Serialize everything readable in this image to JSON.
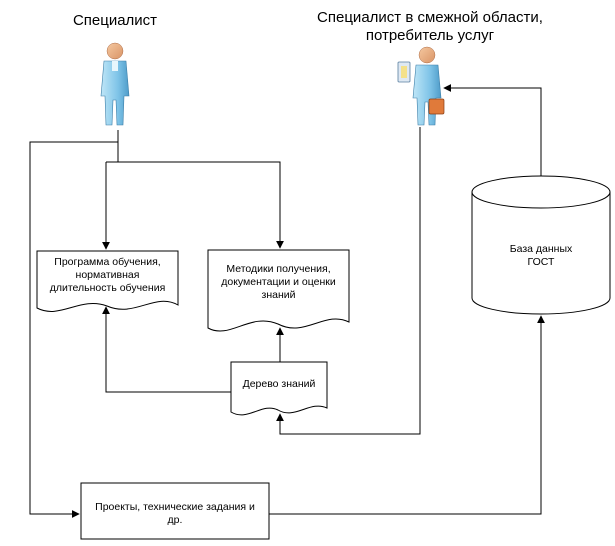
{
  "actors": {
    "specialist": "Специалист",
    "related_specialist_line1": "Специалист в смежной области,",
    "related_specialist_line2": "потребитель услуг"
  },
  "nodes": {
    "program": [
      "Программа обучения,",
      "нормативная",
      "длительность обучения"
    ],
    "methods": [
      "Методики получения,",
      "документации и оценки",
      "знаний"
    ],
    "knowledge_tree": "Дерево знаний",
    "database": [
      "База данных",
      "ГОСТ"
    ],
    "projects": [
      "Проекты, технические задания и",
      "др."
    ]
  }
}
